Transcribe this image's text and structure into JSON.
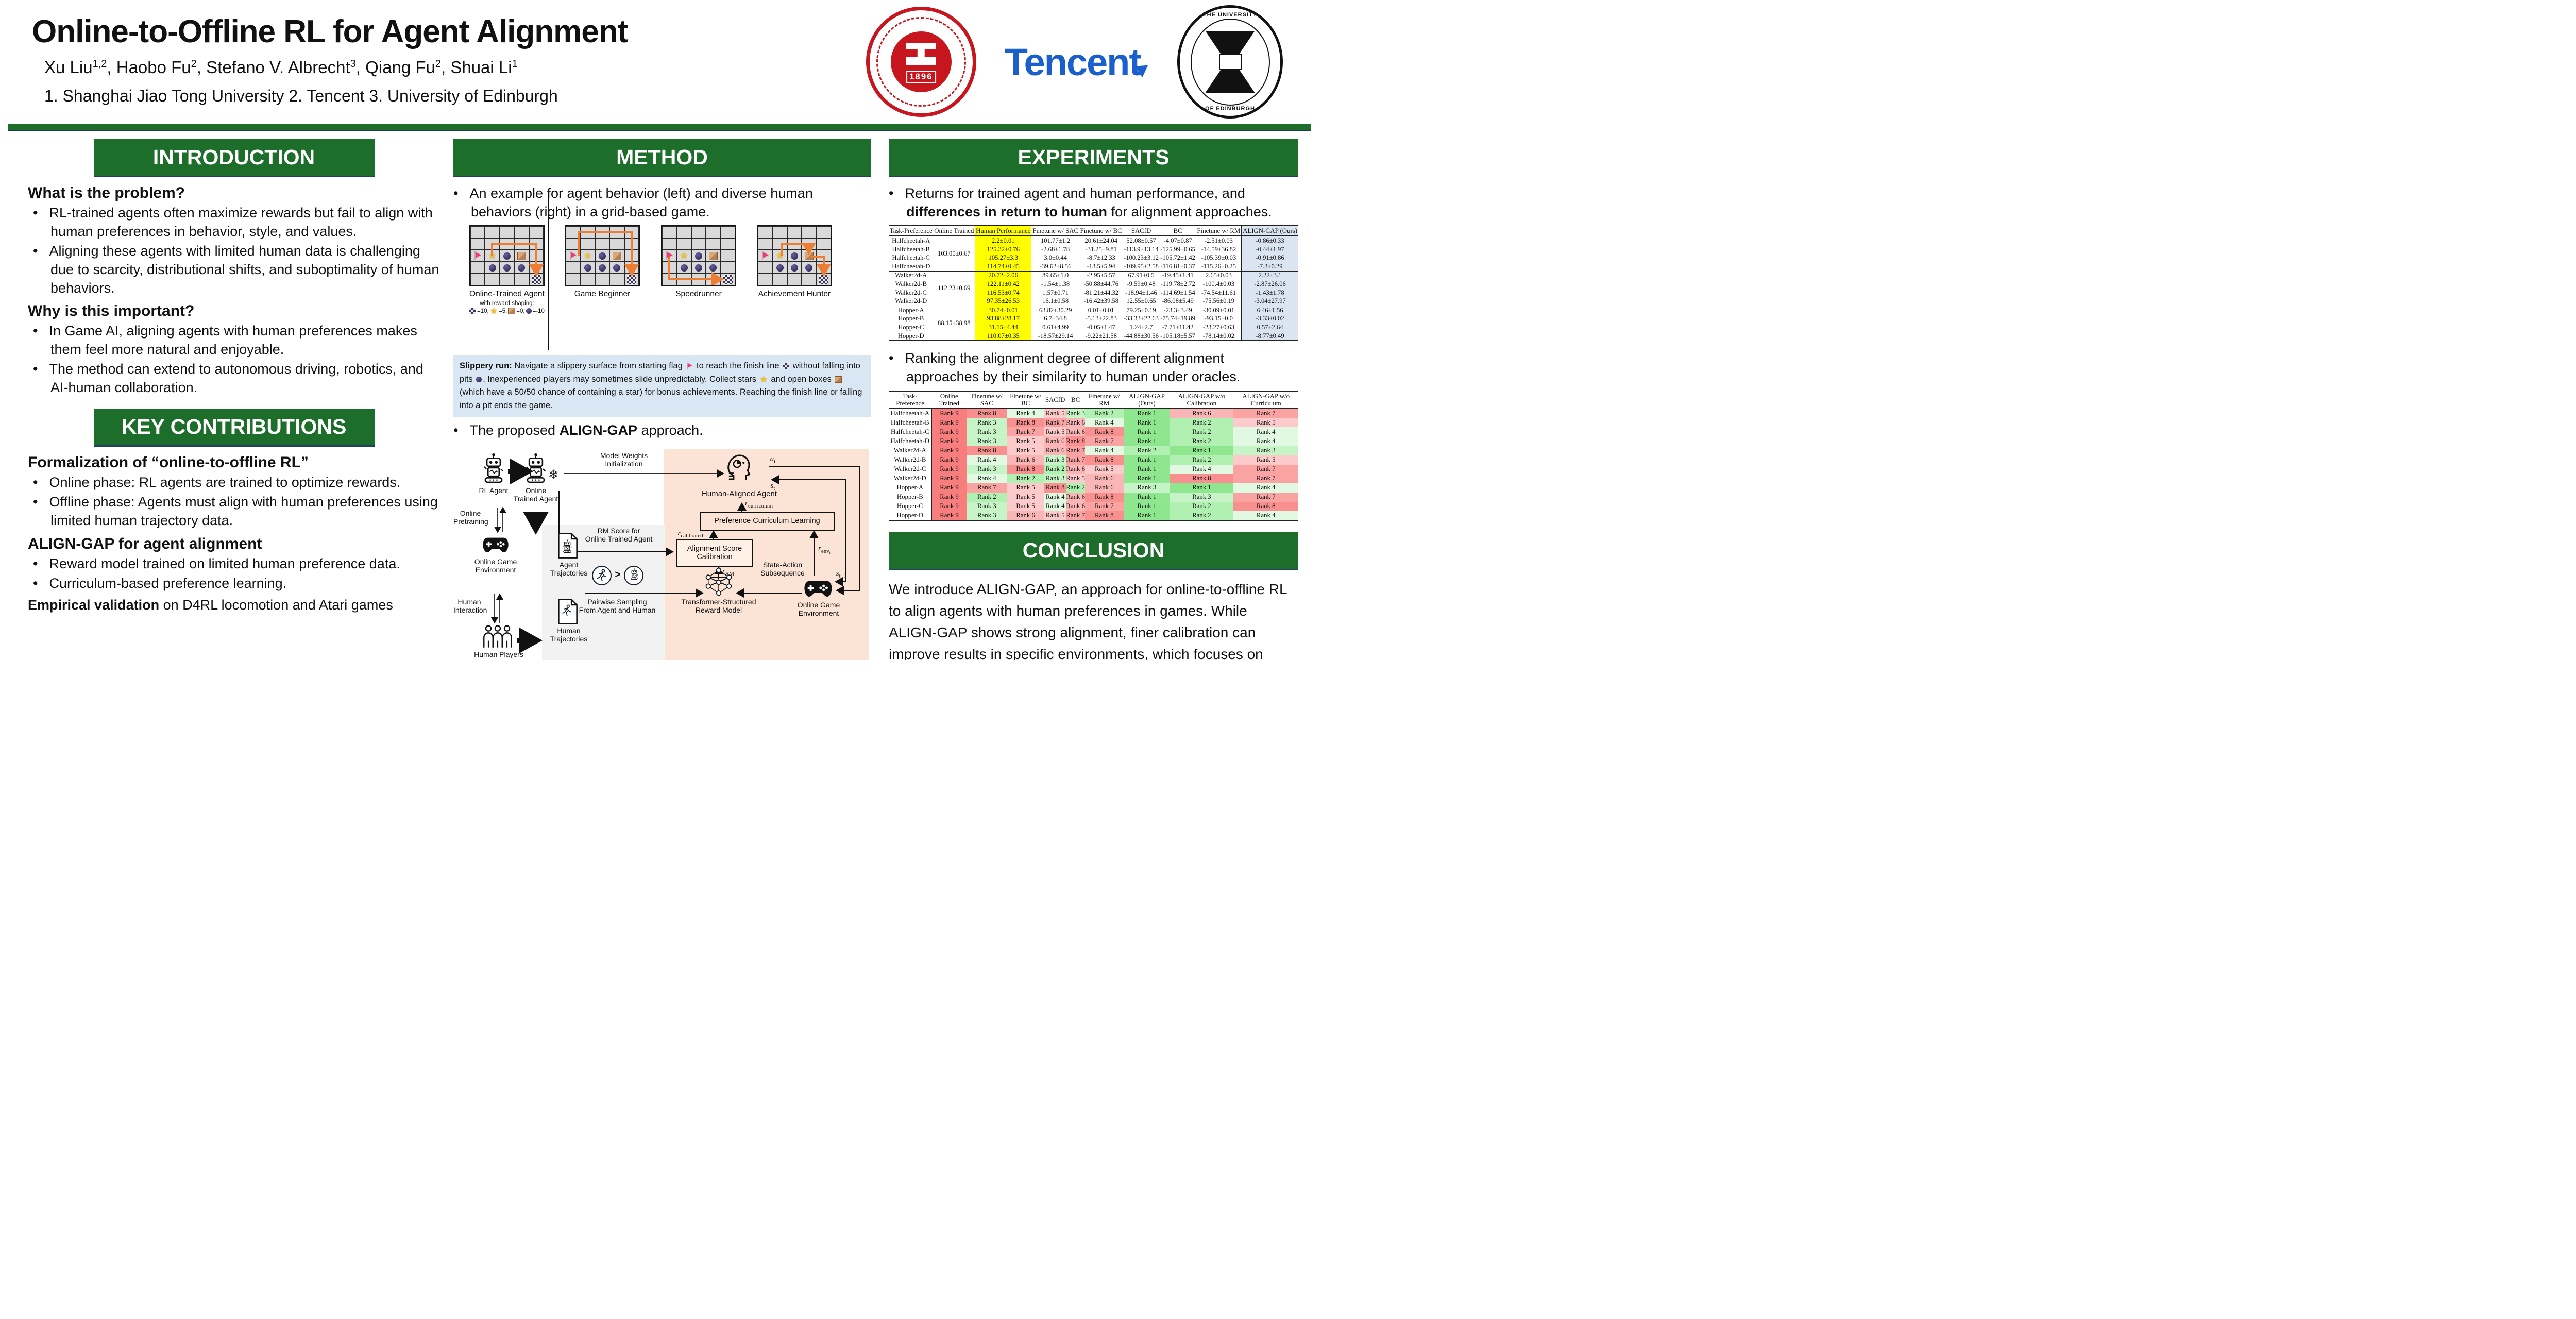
{
  "colors": {
    "green": "#1d6e2b",
    "red": "#c8161e",
    "blue": "#1b5fcc",
    "yellow": "#ffff00",
    "lightblue": "#dbe5f1",
    "peach": "#fbe3d6",
    "capbg": "#d9e7f4",
    "orange": "#ed7d31",
    "rank": {
      "1": "#8ee78e",
      "2": "#b0f0b0",
      "3": "#c6f4c6",
      "4": "#e0f9e0",
      "5": "#fccaca",
      "6": "#fab6b6",
      "7": "#f9a3a3",
      "8": "#f89090",
      "9": "#f87d7d"
    }
  },
  "header": {
    "title": "Online-to-Offline RL for Agent Alignment",
    "authors": [
      {
        "name": "Xu Liu",
        "sup": "1,2"
      },
      {
        "name": "Haobo Fu",
        "sup": "2"
      },
      {
        "name": "Stefano V. Albrecht",
        "sup": "3"
      },
      {
        "name": "Qiang Fu",
        "sup": "2"
      },
      {
        "name": "Shuai Li",
        "sup": "1"
      }
    ],
    "affiliations": "1. Shanghai Jiao Tong University  2. Tencent  3. University of Edinburgh",
    "logos": {
      "sjtu_year": "1896",
      "tencent": "Tencent",
      "edin_top": "THE UNIVERSITY",
      "edin_bottom": "OF EDINBURGH"
    }
  },
  "intro": {
    "heading": "INTRODUCTION",
    "q1": "What is the problem?",
    "q1_bullets": [
      "RL-trained agents often maximize rewards but fail to align with human preferences in behavior, style, and values.",
      "Aligning these agents with limited human data is challenging due to scarcity, distributional shifts, and suboptimality of human behaviors."
    ],
    "q2": "Why is this important?",
    "q2_bullets": [
      "In Game AI, aligning agents with human preferences makes them feel more natural and enjoyable.",
      "The method can extend to autonomous driving, robotics, and AI-human collaboration."
    ]
  },
  "contrib": {
    "heading": "KEY CONTRIBUTIONS",
    "h1": "Formalization of “online-to-offline RL”",
    "b1": [
      "Online phase: RL agents are trained to optimize rewards.",
      "Offline phase: Agents must align with human preferences using limited human trajectory data."
    ],
    "h2": "ALIGN-GAP for agent alignment",
    "b2": [
      "Reward model trained on limited human preference data.",
      "Curriculum-based preference learning."
    ],
    "final_bold": "Empirical validation",
    "final_rest": " on D4RL locomotion and Atari games"
  },
  "method": {
    "heading": "METHOD",
    "bullet1": "An example for agent behavior (left) and diverse human behaviors (right) in a grid-based game.",
    "bullet2_pre": "The proposed ",
    "bullet2_bold": "ALIGN-GAP",
    "bullet2_post": " approach.",
    "panel_labels": [
      "Online-Trained Agent",
      "Game Beginner",
      "Speedrunner",
      "Achievement Hunter"
    ],
    "reward_caption": "with reward shaping:",
    "reward_items": [
      {
        "icon": "checker",
        "text": "=10,"
      },
      {
        "icon": "star",
        "text": "=5,"
      },
      {
        "icon": "box",
        "text": "=0,"
      },
      {
        "icon": "pit",
        "text": "=-10"
      }
    ],
    "grid": {
      "row2": [
        "flag",
        "star",
        "pit",
        "box",
        null
      ],
      "row3": [
        null,
        "pit",
        "pit",
        "pit",
        null
      ],
      "row4": [
        null,
        null,
        null,
        null,
        "checker"
      ]
    },
    "slippery": {
      "bold": "Slippery run:",
      "s1": " Navigate a slippery surface from starting flag ",
      "s2": " to reach the finish line ",
      "s3": " without falling into pits ",
      "s4": ". Inexperienced players may sometimes slide unpredictably. Collect stars ",
      "s5": " and open boxes ",
      "s6": " (which have a 50/50 chance of containing a star) for bonus achievements. Reaching the finish line or falling into a pit ends the game."
    }
  },
  "diagram": {
    "rl_agent": "RL Agent",
    "online_trained": "Online\nTrained Agent",
    "model_weights": "Model Weights\nInitialization",
    "human_aligned": "Human-Aligned Agent",
    "pcl": "Preference Curriculum Learning",
    "asc": "Alignment Score\nCalibration",
    "rm_score": "RM Score for\nOnline Trained Agent",
    "online_pretraining": "Online\nPretraining",
    "env1": "Online Game\nEnvironment",
    "human_interaction": "Human\nInteraction",
    "human_players": "Human Players",
    "agent_traj": "Agent\nTrajectories",
    "human_traj": "Human\nTrajectories",
    "pairwise": "Pairwise Sampling\nFrom Agent and Human",
    "transformer": "Transformer-Structured\nReward Model",
    "state_action": "State-Action\nSubsequence",
    "env2": "Online Game\nEnvironment",
    "m_at": {
      "base": "a",
      "sub": "t"
    },
    "m_st": {
      "base": "s",
      "sub": "t"
    },
    "m_st1": {
      "base": "s",
      "sub": "t+1"
    },
    "m_rcur": {
      "base": "r",
      "sub": "curriculum"
    },
    "m_rcal": {
      "base": "r",
      "sub": "calibrated"
    },
    "m_rrm": {
      "base": "r",
      "sub": "RM"
    },
    "m_renv": {
      "base": "r",
      "sub": "env",
      "subsub": "t"
    }
  },
  "experiments": {
    "heading": "EXPERIMENTS",
    "bullet1_pre": "Returns for trained agent and human performance, and ",
    "bullet1_bold": "differences in return to human",
    "bullet1_post": " for alignment approaches.",
    "bullet2": "Ranking the alignment degree of different alignment approaches by their similarity to human under oracles.",
    "table1": {
      "headers": [
        "Task-Preference",
        "Online Trained",
        "Human Performance",
        "Finetune w/ SAC",
        "Finetune w/ BC",
        "SACfD",
        "BC",
        "Finetune w/ RM",
        "ALIGN-GAP (Ours)"
      ],
      "groups": [
        {
          "online": "103.05±0.67",
          "rows": [
            {
              "task": "Halfcheetah-A",
              "vals": [
                "2.2±0.01",
                "101.77±1.2",
                "20.61±24.04",
                "52.08±0.57",
                "-4.07±0.87",
                "-2.51±0.03",
                "-0.86±0.33"
              ]
            },
            {
              "task": "Halfcheetah-B",
              "vals": [
                "125.32±0.76",
                "-2.68±1.78",
                "-31.25±9.81",
                "-113.9±13.14",
                "-125.99±0.65",
                "-14.59±36.82",
                "-0.44±1.97"
              ]
            },
            {
              "task": "Halfcheetah-C",
              "vals": [
                "105.27±3.3",
                "3.0±0.44",
                "-8.7±12.33",
                "-100.23±3.12",
                "-105.72±1.42",
                "-105.39±0.03",
                "-0.91±0.86"
              ]
            },
            {
              "task": "Halfcheetah-D",
              "vals": [
                "114.74±0.45",
                "-39.62±8.56",
                "-13.5±5.94",
                "-109.95±2.58",
                "-116.81±0.37",
                "-115.26±0.25",
                "-7.3±0.29"
              ]
            }
          ]
        },
        {
          "online": "112.23±0.69",
          "rows": [
            {
              "task": "Walker2d-A",
              "vals": [
                "20.72±2.06",
                "89.65±1.0",
                "-2.95±5.57",
                "67.91±0.5",
                "-19.45±1.41",
                "2.65±0.03",
                "2.22±3.1"
              ]
            },
            {
              "task": "Walker2d-B",
              "vals": [
                "122.11±0.42",
                "-1.54±1.38",
                "-50.88±44.76",
                "-9.59±0.48",
                "-119.78±2.72",
                "-100.4±0.03",
                "-2.87±26.06"
              ]
            },
            {
              "task": "Walker2d-C",
              "vals": [
                "116.53±0.74",
                "1.57±0.71",
                "-81.21±44.32",
                "-18.94±1.46",
                "-114.69±1.54",
                "-74.54±11.61",
                "-1.43±1.78"
              ]
            },
            {
              "task": "Walker2d-D",
              "vals": [
                "97.35±26.53",
                "16.1±0.58",
                "-16.42±39.58",
                "12.55±0.65",
                "-86.08±5.49",
                "-75.56±0.19",
                "-3.04±27.97"
              ]
            }
          ]
        },
        {
          "online": "88.15±38.98",
          "rows": [
            {
              "task": "Hopper-A",
              "vals": [
                "30.74±0.01",
                "63.82±30.29",
                "0.01±0.01",
                "79.25±0.19",
                "-23.3±3.49",
                "-30.09±0.01",
                "6.46±1.56"
              ]
            },
            {
              "task": "Hopper-B",
              "vals": [
                "93.88±28.17",
                "6.7±34.8",
                "-5.13±22.83",
                "-33.33±22.63",
                "-75.74±19.89",
                "-93.15±0.0",
                "-3.33±0.02"
              ]
            },
            {
              "task": "Hopper-C",
              "vals": [
                "31.15±4.44",
                "0.61±4.99",
                "-0.05±1.47",
                "1.24±2.7",
                "-7.71±11.42",
                "-23.27±0.63",
                "0.57±2.64"
              ]
            },
            {
              "task": "Hopper-D",
              "vals": [
                "110.07±0.35",
                "-18.57±29.14",
                "-9.22±21.58",
                "-44.88±30.56",
                "-105.18±5.57",
                "-78.14±0.02",
                "-8.77±0.49"
              ]
            }
          ]
        }
      ]
    },
    "table2": {
      "rank_prefix": "Rank",
      "headers": [
        "Task-Preference",
        "Online Trained",
        "Finetune w/ SAC",
        "Finetune w/ BC",
        "SACfD",
        "BC",
        "Finetune w/ RM",
        "ALIGN-GAP (Ours)",
        "ALIGN-GAP w/o Calibration",
        "ALIGN-GAP w/o Curriculum"
      ],
      "rows": [
        {
          "task": "Halfcheetah-A",
          "ranks": [
            9,
            8,
            4,
            5,
            3,
            2,
            1,
            6,
            7
          ]
        },
        {
          "task": "Halfcheetah-B",
          "ranks": [
            9,
            3,
            8,
            7,
            6,
            4,
            1,
            2,
            5
          ]
        },
        {
          "task": "Halfcheetah-C",
          "ranks": [
            9,
            3,
            7,
            5,
            6,
            8,
            1,
            2,
            4
          ]
        },
        {
          "task": "Halfcheetah-D",
          "ranks": [
            9,
            3,
            5,
            6,
            8,
            7,
            1,
            2,
            4
          ]
        },
        {
          "task": "Walker2d-A",
          "ranks": [
            9,
            8,
            5,
            6,
            7,
            4,
            2,
            1,
            3
          ]
        },
        {
          "task": "Walker2d-B",
          "ranks": [
            9,
            4,
            6,
            3,
            7,
            8,
            1,
            2,
            5
          ]
        },
        {
          "task": "Walker2d-C",
          "ranks": [
            9,
            3,
            8,
            2,
            6,
            5,
            1,
            4,
            7
          ]
        },
        {
          "task": "Walker2d-D",
          "ranks": [
            9,
            4,
            2,
            3,
            5,
            6,
            1,
            8,
            7
          ]
        },
        {
          "task": "Hopper-A",
          "ranks": [
            9,
            7,
            5,
            8,
            2,
            6,
            3,
            1,
            4
          ]
        },
        {
          "task": "Hopper-B",
          "ranks": [
            9,
            2,
            5,
            4,
            6,
            8,
            1,
            3,
            7
          ]
        },
        {
          "task": "Hopper-C",
          "ranks": [
            9,
            3,
            5,
            4,
            6,
            7,
            1,
            2,
            8
          ]
        },
        {
          "task": "Hopper-D",
          "ranks": [
            9,
            3,
            6,
            5,
            7,
            8,
            1,
            2,
            4
          ]
        }
      ]
    }
  },
  "conclusion": {
    "heading": "CONCLUSION",
    "text": "We introduce ALIGN-GAP, an approach for online-to-offline RL to align agents with human preferences in games. While ALIGN-GAP shows strong alignment, finer calibration can improve results in specific environments, which focuses on human preference in game due to available agents and preference data."
  }
}
